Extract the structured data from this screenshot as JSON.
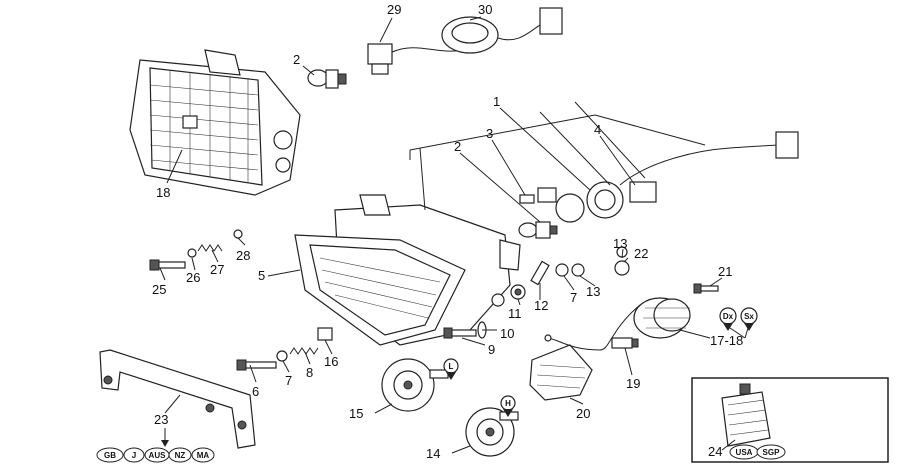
{
  "callouts": {
    "c1": "1",
    "c2a": "2",
    "c2b": "2",
    "c3": "3",
    "c4": "4",
    "c5": "5",
    "c6": "6",
    "c7a": "7",
    "c7b": "7",
    "c8": "8",
    "c9": "9",
    "c10": "10",
    "c11": "11",
    "c12": "12",
    "c13a": "13",
    "c13b": "13",
    "c14": "14",
    "c15": "15",
    "c16": "16",
    "c17_18": "17-18",
    "c19": "19",
    "c20": "20",
    "c21": "21",
    "c22": "22",
    "c23": "23",
    "c24": "24",
    "c25": "25",
    "c26": "26",
    "c27": "27",
    "c28": "28",
    "c29": "29",
    "c30": "30"
  },
  "badges": {
    "low_horn": "L",
    "high_horn": "H",
    "right_side": "Dx",
    "left_side": "Sx"
  },
  "market_codes": [
    "GB",
    "J",
    "AUS",
    "NZ",
    "MA"
  ],
  "inset_codes": [
    "USA",
    "SGP"
  ]
}
